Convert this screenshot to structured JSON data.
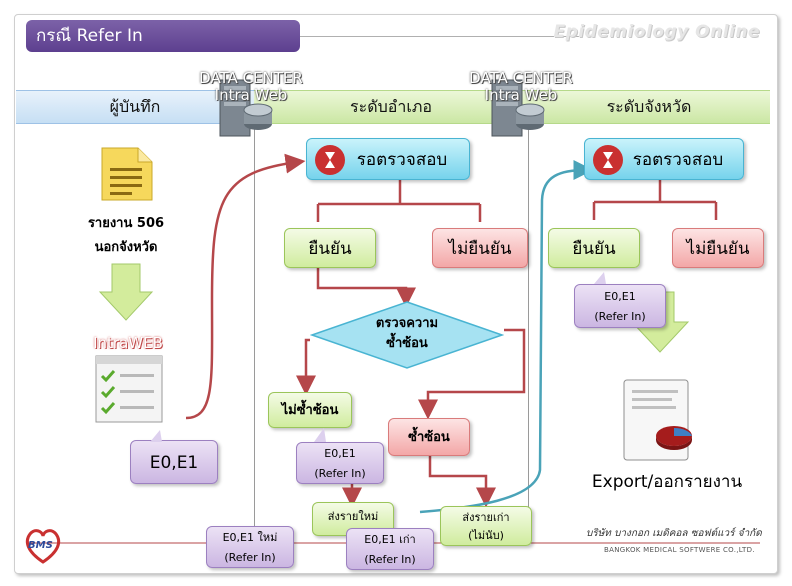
{
  "title": "กรณี Refer In",
  "brand": "Epidemiology Online",
  "lanes": {
    "recorder": "ผู้บันทึก",
    "district": "ระดับอำเภอ",
    "province": "ระดับจังหวัด"
  },
  "data_center": {
    "line1": "DATA CENTER",
    "line2": "Intra Web"
  },
  "recorder": {
    "report_line1": "รายงาน 506",
    "report_line2": "นอกจังหวัด",
    "intraweb": "IntraWEB",
    "callout": "E0,E1"
  },
  "district": {
    "waiting": "รอตรวจสอบ",
    "confirm": "ยืนยัน",
    "not_confirm": "ไม่ยืนยัน",
    "check_dup_line1": "ตรวจความ",
    "check_dup_line2": "ซ้ำซ้อน",
    "not_dup": "ไม่ซ้ำซ้อน",
    "dup": "ซ้ำซ้อน",
    "callout_line1": "E0,E1",
    "callout_line2": "(Refer In)",
    "send_new": "ส่งรายใหม่",
    "send_old_line1": "ส่งรายเก่า",
    "send_old_line2": "(ไม่นับ)",
    "callout_new_line1": "E0,E1 ใหม่",
    "callout_new_line2": "(Refer In)",
    "callout_old_line1": "E0,E1 เก่า",
    "callout_old_line2": "(Refer In)"
  },
  "province": {
    "waiting": "รอตรวจสอบ",
    "confirm": "ยืนยัน",
    "not_confirm": "ไม่ยืนยัน",
    "callout_line1": "E0,E1",
    "callout_line2": "(Refer In)",
    "export": "Export/ออกรายงาน"
  },
  "footer": {
    "company_th": "บริษัท บางกอก เมดิคอล ซอฟต์แวร์ จำกัด",
    "company_en": "BANGKOK MEDICAL SOFTWERE CO.,LTD.",
    "logo": "BMS"
  },
  "colors": {
    "arrow_red": "#b5474a",
    "arrow_teal": "#4aa3b8",
    "title_purple": "#6a4c9c"
  }
}
